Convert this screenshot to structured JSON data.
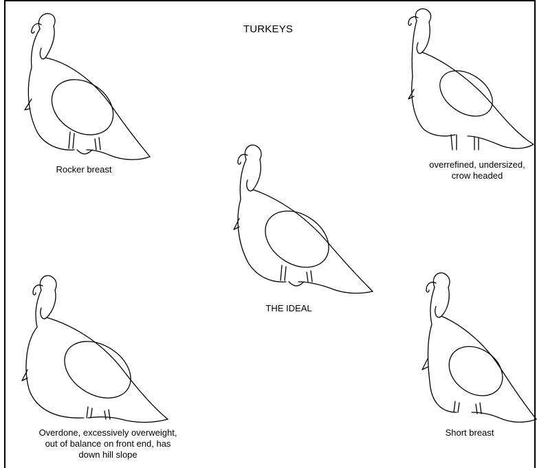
{
  "title": "TURKEYS",
  "figures": [
    {
      "id": "rocker-breast",
      "caption_lines": [
        "Rocker breast"
      ]
    },
    {
      "id": "overrefined",
      "caption_lines": [
        "overrefined, undersized,",
        "crow headed"
      ]
    },
    {
      "id": "ideal",
      "caption_lines": [
        "THE IDEAL"
      ]
    },
    {
      "id": "overdone",
      "caption_lines": [
        "Overdone, excessively overweight,",
        "out of balance on front end, has",
        "down hill slope"
      ]
    },
    {
      "id": "short-breast",
      "caption_lines": [
        "Short breast"
      ]
    }
  ]
}
